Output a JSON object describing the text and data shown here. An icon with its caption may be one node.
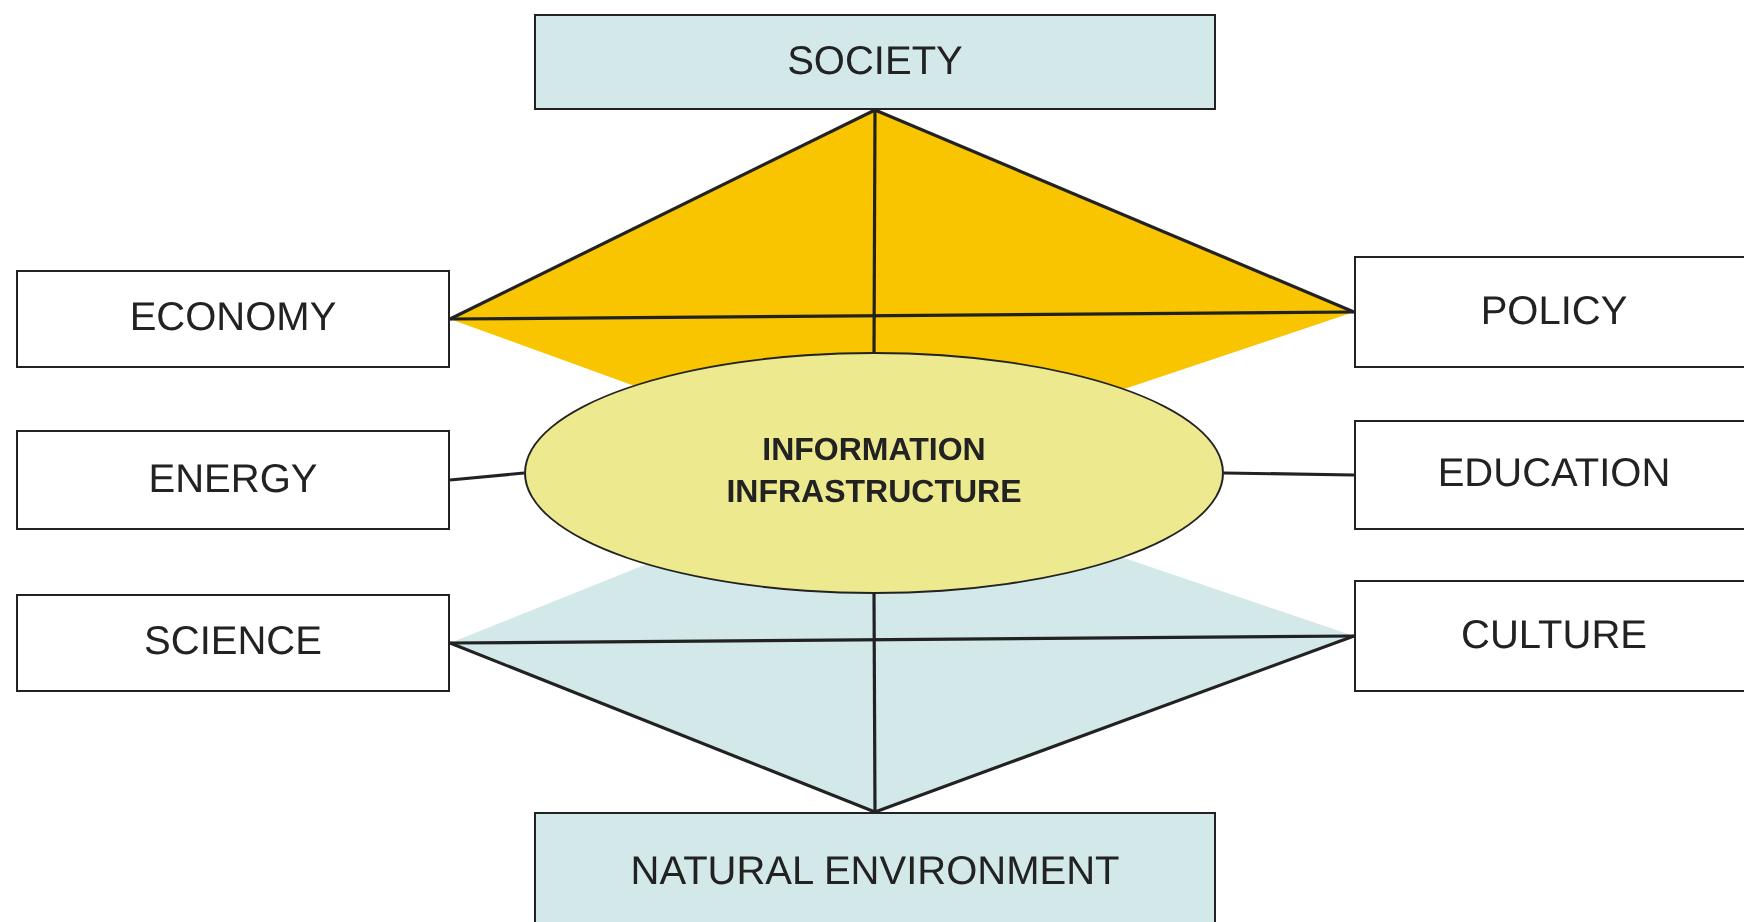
{
  "diagram": {
    "nodes": [
      {
        "text": [
          "SOCIETY"
        ]
      },
      {
        "text": [
          "ECONOMY"
        ]
      },
      {
        "text": [
          "POLICY"
        ]
      },
      {
        "text": [
          "INFORMATION INFRASTRUCTURE"
        ]
      },
      {
        "text": [
          "ENERGY"
        ]
      },
      {
        "text": [
          "EDUCATION"
        ]
      },
      {
        "text": [
          "SCIENCE"
        ]
      },
      {
        "text": [
          "CULTURE"
        ]
      },
      {
        "text": [
          "NATURAL ENVIRONMENT"
        ]
      }
    ],
    "edges": [
      {
        "from": 0,
        "to": 1,
        "arrow": "none"
      },
      {
        "from": 0,
        "to": 2,
        "arrow": "none"
      },
      {
        "from": 1,
        "to": 2,
        "arrow": "none"
      },
      {
        "from": 0,
        "to": 3,
        "arrow": "none"
      },
      {
        "from": 4,
        "to": 3,
        "arrow": "none"
      },
      {
        "from": 3,
        "to": 5,
        "arrow": "none"
      },
      {
        "from": 6,
        "to": 7,
        "arrow": "none"
      },
      {
        "from": 6,
        "to": 8,
        "arrow": "none"
      },
      {
        "from": 7,
        "to": 8,
        "arrow": "none"
      },
      {
        "from": 3,
        "to": 8,
        "arrow": "none"
      }
    ]
  }
}
